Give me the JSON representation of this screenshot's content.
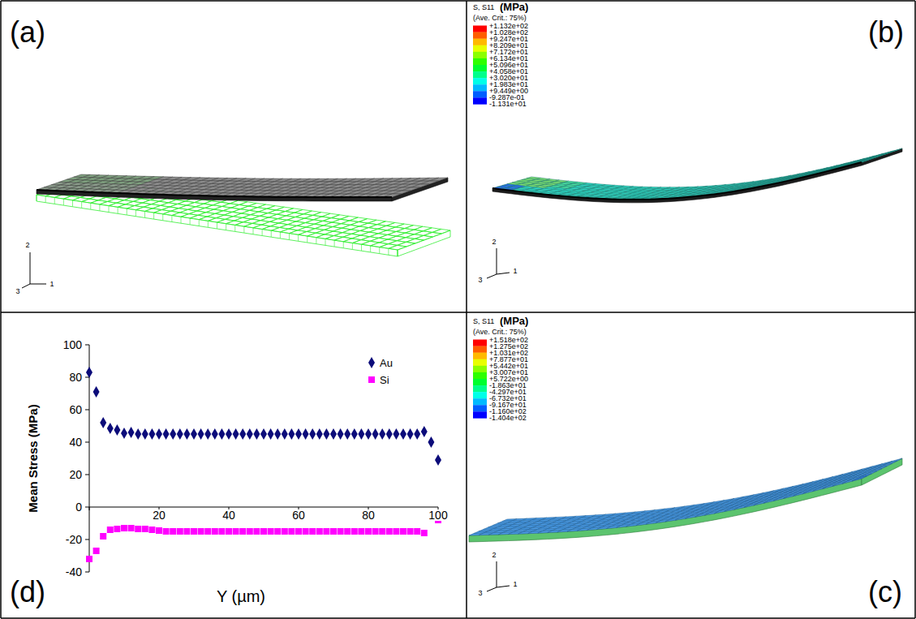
{
  "diagram": {
    "labels": [
      "(a)",
      "2",
      "1",
      "3",
      "(b)",
      "S, S11",
      "(MPa)",
      "(Ave. Crit.: 75%)",
      "+1.132e+02",
      "+1.028e+02",
      "+9.247e+01",
      "+8.209e+01",
      "+7.172e+01",
      "+6.134e+01",
      "+5.096e+01",
      "+4.058e+01",
      "+3.020e+01",
      "+1.983e+01",
      "+9.449e+00",
      "-9.287e-01",
      "-1.131e+01",
      "2",
      "1",
      "3",
      "S, S11",
      "(MPa)",
      "(Ave. Crit.: 75%)",
      "+1.518e+02",
      "+1.275e+02",
      "+1.031e+02",
      "+7.877e+01",
      "+5.442e+01",
      "+3.007e+01",
      "+5.722e+00",
      "-1.863e+01",
      "-4.297e+01",
      "-6.732e+01",
      "-9.167e+01",
      "-1.160e+02",
      "-1.404e+02",
      "2",
      "1",
      "3",
      "(c)",
      "(d)",
      "Mean Stress (MPa)",
      "Y (µm)",
      "100",
      "80",
      "60",
      "40",
      "20",
      "0",
      "-20",
      "-40",
      "20",
      "40",
      "60",
      "80",
      "100"
    ],
    "legend": [
      {
        "text": "Au"
      },
      {
        "text": "Si"
      }
    ]
  }
}
